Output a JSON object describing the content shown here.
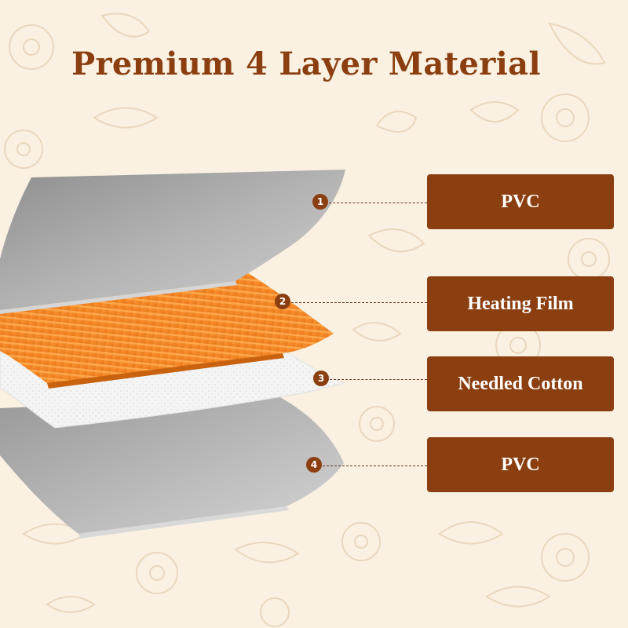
{
  "title": "Premium 4 Layer Material",
  "layers": [
    {
      "number": "1",
      "label": "PVC",
      "color": "#9e9e9e"
    },
    {
      "number": "2",
      "label": "Heating Film",
      "color": "#f08a24"
    },
    {
      "number": "3",
      "label": "Needled Cotton",
      "color": "#f2f2f2"
    },
    {
      "number": "4",
      "label": "PVC",
      "color": "#9e9e9e"
    }
  ],
  "colors": {
    "background": "#faf1e2",
    "accent": "#8b3f10",
    "pattern": "#ead7bd"
  }
}
